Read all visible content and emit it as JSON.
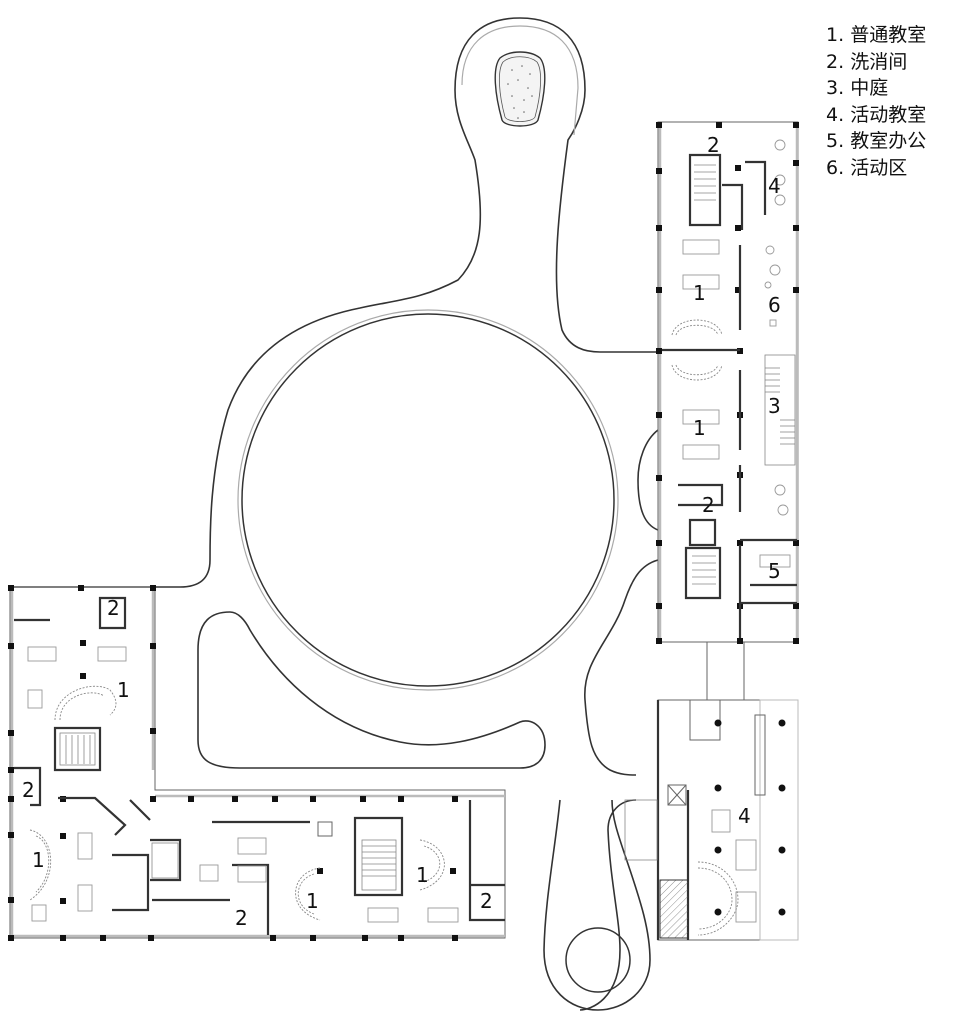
{
  "legend": {
    "items": [
      {
        "num": "1.",
        "label": "普通教室"
      },
      {
        "num": "2.",
        "label": "洗消间"
      },
      {
        "num": "3.",
        "label": "中庭"
      },
      {
        "num": "4.",
        "label": "活动教室"
      },
      {
        "num": "5.",
        "label": "教室办公"
      },
      {
        "num": "6.",
        "label": "活动区"
      }
    ]
  },
  "room_labels": {
    "east_top_2": "2",
    "east_top_4": "4",
    "east_1a": "1",
    "east_6": "6",
    "east_3": "3",
    "east_1b": "1",
    "east_2b": "2",
    "east_5": "5",
    "west_2a": "2",
    "west_1a": "1",
    "west_2b": "2",
    "west_1b": "1",
    "south_2": "2",
    "south_1a": "1",
    "south_1b": "1",
    "south_2b": "2",
    "se_4": "4"
  },
  "colors": {
    "line": "#333333",
    "light_line": "#aaaaaa",
    "column": "#111111",
    "background": "#ffffff"
  }
}
